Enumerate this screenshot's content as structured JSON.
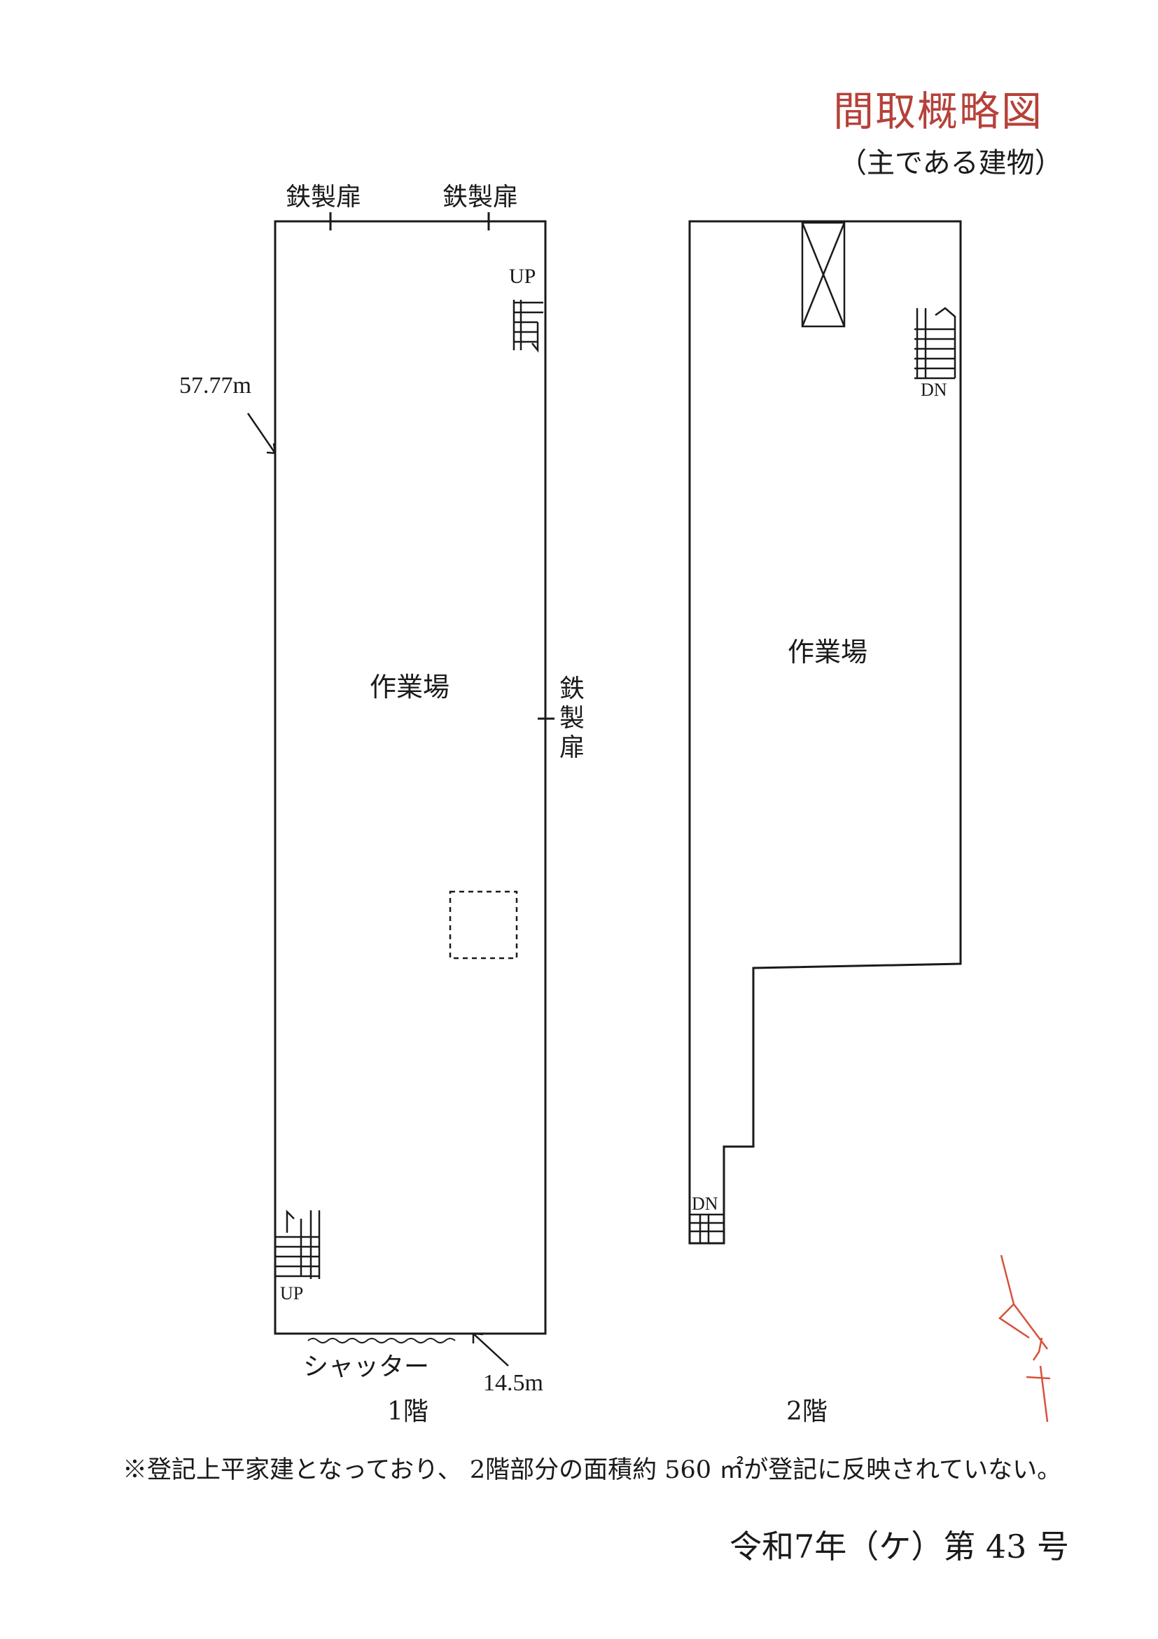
{
  "title": "間取概略図",
  "subtitle": "（主である建物）",
  "floor1": {
    "floor_label": "1階",
    "room_label": "作業場",
    "top_door_left": "鉄製扉",
    "top_door_right": "鉄製扉",
    "side_door": "鉄製扉",
    "stair_top_label": "UP",
    "stair_bottom_label": "UP",
    "length_dimension": "57.77m",
    "width_dimension": "14.5m",
    "shutter_label": "シャッター"
  },
  "floor2": {
    "floor_label": "2階",
    "room_label": "作業場",
    "stair_top_label": "DN",
    "stair_bottom_label": "DN"
  },
  "note": "※登記上平家建となっており、 2階部分の面積約 560 ㎡が登記に反映されていない。",
  "case_number": "令和7年（ケ）第 43 号",
  "colors": {
    "title": "#b5413a",
    "lines": "#1a1a1a",
    "north_arrow": "#d9503a"
  }
}
